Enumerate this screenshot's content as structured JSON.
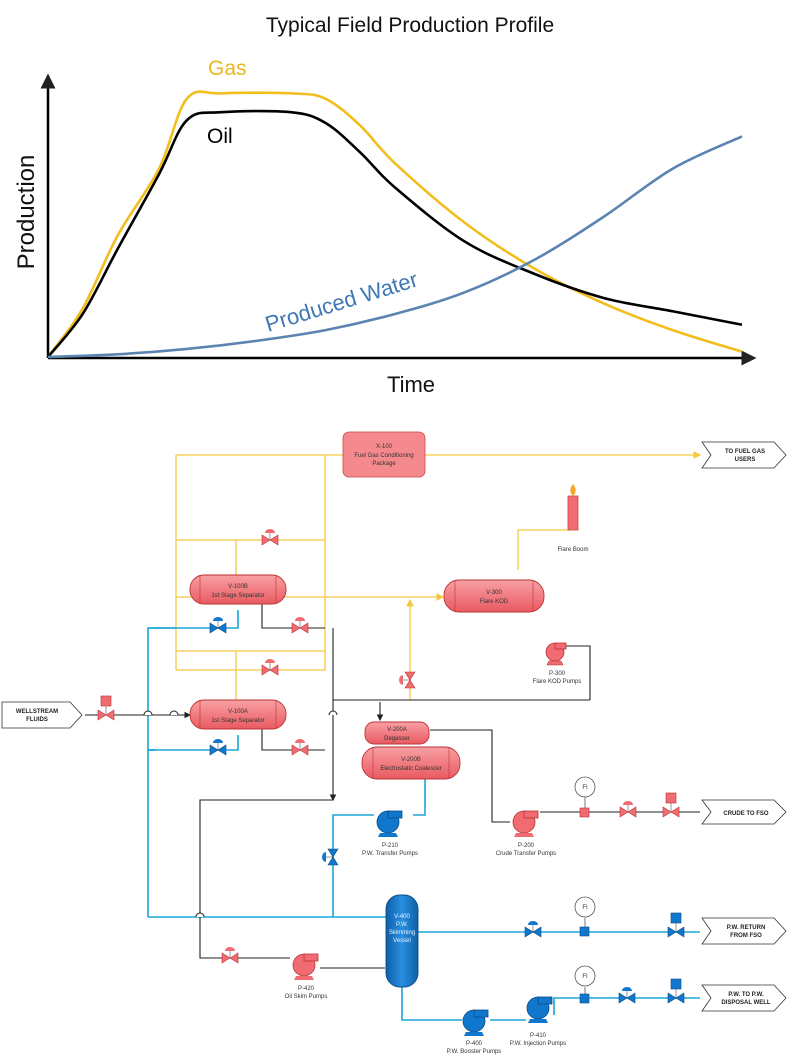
{
  "chart": {
    "title": "Typical Field Production Profile",
    "xlabel": "Time",
    "ylabel": "Production",
    "series_labels": {
      "gas": "Gas",
      "oil": "Oil",
      "water": "Produced Water"
    }
  },
  "chart_data": {
    "type": "line",
    "title": "Typical Field Production Profile",
    "xlabel": "Time",
    "ylabel": "Production",
    "x_ticks": [],
    "y_ticks": [],
    "grid": false,
    "note": "Qualitative profile; axes carry no tick values",
    "series": [
      {
        "name": "Gas",
        "color": "#F2BE1E",
        "x": [
          0,
          5,
          10,
          16,
          20,
          25,
          35,
          40,
          45,
          50,
          60,
          70,
          80,
          90,
          100
        ],
        "y": [
          0,
          18,
          45,
          70,
          96,
          98,
          98,
          96,
          86,
          72,
          50,
          33,
          20,
          10,
          2
        ]
      },
      {
        "name": "Oil",
        "color": "#000000",
        "x": [
          0,
          5,
          10,
          16,
          20,
          25,
          35,
          40,
          45,
          50,
          60,
          70,
          80,
          90,
          100
        ],
        "y": [
          0,
          16,
          40,
          68,
          88,
          91,
          91,
          87,
          76,
          63,
          43,
          31,
          22,
          17,
          12
        ]
      },
      {
        "name": "Produced Water",
        "color": "#5B84B1",
        "x": [
          0,
          10,
          20,
          30,
          40,
          50,
          60,
          70,
          80,
          90,
          100
        ],
        "y": [
          0,
          1,
          3,
          6,
          10,
          16,
          24,
          36,
          52,
          70,
          82
        ]
      }
    ]
  },
  "pfd": {
    "x100": {
      "tag": "X-100",
      "line1": "Fuel Gas Conditioning",
      "line2": "Package"
    },
    "fuel_gas_users": {
      "line1": "TO FUEL GAS",
      "line2": "USERS"
    },
    "flare_boom": "Flare Boom",
    "v100b": {
      "tag": "V-100B",
      "name": "1st Stage Separator"
    },
    "v100a": {
      "tag": "V-100A",
      "name": "1st Stage Separator"
    },
    "v300": {
      "tag": "V-300",
      "name": "Flare KOD"
    },
    "p300": {
      "tag": "P-300",
      "name": "Flare KOD Pumps"
    },
    "wellstream": {
      "line1": "WELLSTREAM",
      "line2": "FLUIDS"
    },
    "v200a": {
      "tag": "V-200A",
      "name": "Degasser"
    },
    "v200b": {
      "tag": "V-200B",
      "name": "Electrostatic Coalescer"
    },
    "fi": "FI",
    "crude_fso": "CRUDE TO FSO",
    "p210": {
      "tag": "P-210",
      "name": "P.W. Transfer Pumps"
    },
    "p200": {
      "tag": "P-200",
      "name": "Crude Transfer Pumps"
    },
    "v400": {
      "tag": "V-400",
      "line1": "P.W.",
      "line2": "Skimming",
      "line3": "Vessel"
    },
    "pw_return": {
      "line1": "P.W. RETURN",
      "line2": "FROM FSO"
    },
    "p420": {
      "tag": "P-420",
      "name": "Oil Skim Pumps"
    },
    "pw_disposal": {
      "line1": "P.W. TO P.W.",
      "line2": "DISPOSAL WELL"
    },
    "p400": {
      "tag": "P-400",
      "name": "P.W. Booster Pumps"
    },
    "p410": {
      "tag": "P-410",
      "name": "P.W. Injection Pumps"
    },
    "colors": {
      "gas_line": "#F5C842",
      "water_line": "#1BA7D8",
      "oil_line": "#222222",
      "red_equipment": "#F06C72",
      "blue_equipment": "#1177CC"
    }
  }
}
